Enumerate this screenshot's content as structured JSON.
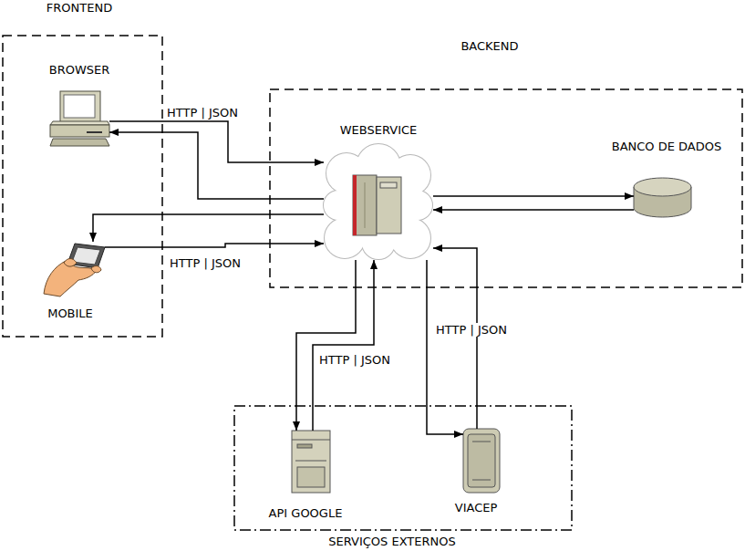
{
  "diagram": {
    "nodes": [
      {
        "text": [
          "FRONTEND"
        ]
      },
      {
        "text": [
          "BROWSER"
        ],
        "in": 0
      },
      {
        "text": [
          "MOBILE"
        ],
        "in": 0
      },
      {
        "text": [
          "BACKEND"
        ]
      },
      {
        "text": [
          "WEBSERVICE"
        ],
        "in": 3
      },
      {
        "text": [
          "BANCO DE DADOS"
        ],
        "in": 3
      },
      {
        "text": [
          "SERVIÇOS EXTERNOS"
        ]
      },
      {
        "text": [
          "API GOOGLE"
        ],
        "in": 6
      },
      {
        "text": [
          "VIACEP"
        ],
        "in": 6
      }
    ],
    "edges": [
      {
        "from": 1,
        "to": 4,
        "arrow": "to",
        "label": "HTTP | JSON"
      },
      {
        "from": 4,
        "to": 1,
        "arrow": "to"
      },
      {
        "from": 2,
        "to": 4,
        "arrow": "to",
        "label": "HTTP | JSON"
      },
      {
        "from": 4,
        "to": 2,
        "arrow": "to"
      },
      {
        "from": 4,
        "to": 5,
        "arrow": "to"
      },
      {
        "from": 5,
        "to": 4,
        "arrow": "to"
      },
      {
        "from": 4,
        "to": 7,
        "arrow": "to"
      },
      {
        "from": 7,
        "to": 4,
        "arrow": "to",
        "label": "HTTP | JSON"
      },
      {
        "from": 4,
        "to": 8,
        "arrow": "to"
      },
      {
        "from": 8,
        "to": 4,
        "arrow": "to",
        "label": "HTTP | JSON"
      }
    ]
  }
}
